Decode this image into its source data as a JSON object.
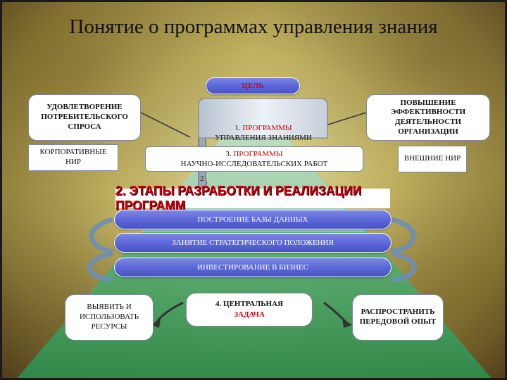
{
  "title": "Понятие о программах управления знания",
  "goal": "ЦЕЛЬ",
  "left_top": "УДОВЛЕТВОРЕНИЕ ПОТРЕБИТЕЛЬСКОГО СПРОСА",
  "right_top": "ПОВЫШЕНИЕ ЭФФЕКТИВНОСТИ ДЕЯТЕЛЬНОСТИ ОРГАНИЗАЦИИ",
  "left_mid": "КОРПОРАТИВНЫЕ НИР",
  "right_mid": "ВНЕШНИЕ НИР",
  "program1": {
    "prefix": "1. ",
    "highlight": "ПРОГРАММЫ",
    "rest": "УПРАВЛЕНИЯ ЗНАНИЯМИ"
  },
  "program3": {
    "prefix": "3. ",
    "highlight": "ПРОГРАММЫ",
    "rest": "НАУЧНО-ИССЛЕДОВАТЕЛЬСКИХ РАБОТ"
  },
  "scroll_number": "2",
  "stages_heading": "2. ЭТАПЫ РАЗРАБОТКИ И РЕАЛИЗАЦИИ ПРОГРАММ",
  "stages": [
    "ПОСТРОЕНИЕ БАЗЫ ДАННЫХ",
    "ЗАНЯТИЕ СТРАТЕГИЧЕСКОГО ПОЛОЖЕНИЯ",
    "ИНВЕСТИРОВАНИЕ В БИЗНЕС"
  ],
  "central": {
    "line1": "4. ЦЕНТРАЛЬНАЯ",
    "line2": "ЗАДАЧА"
  },
  "bottom_left": "ВЫЯВИТЬ И ИСПОЛЬЗОВАТЬ РЕСУРСЫ",
  "bottom_right": "РАСПРОСТРАНИТЬ ПЕРЕДОВОЙ ОПЫТ",
  "colors": {
    "pill": "#5a66d6",
    "highlight": "#c0000a",
    "pyramid": "#3da05a"
  }
}
